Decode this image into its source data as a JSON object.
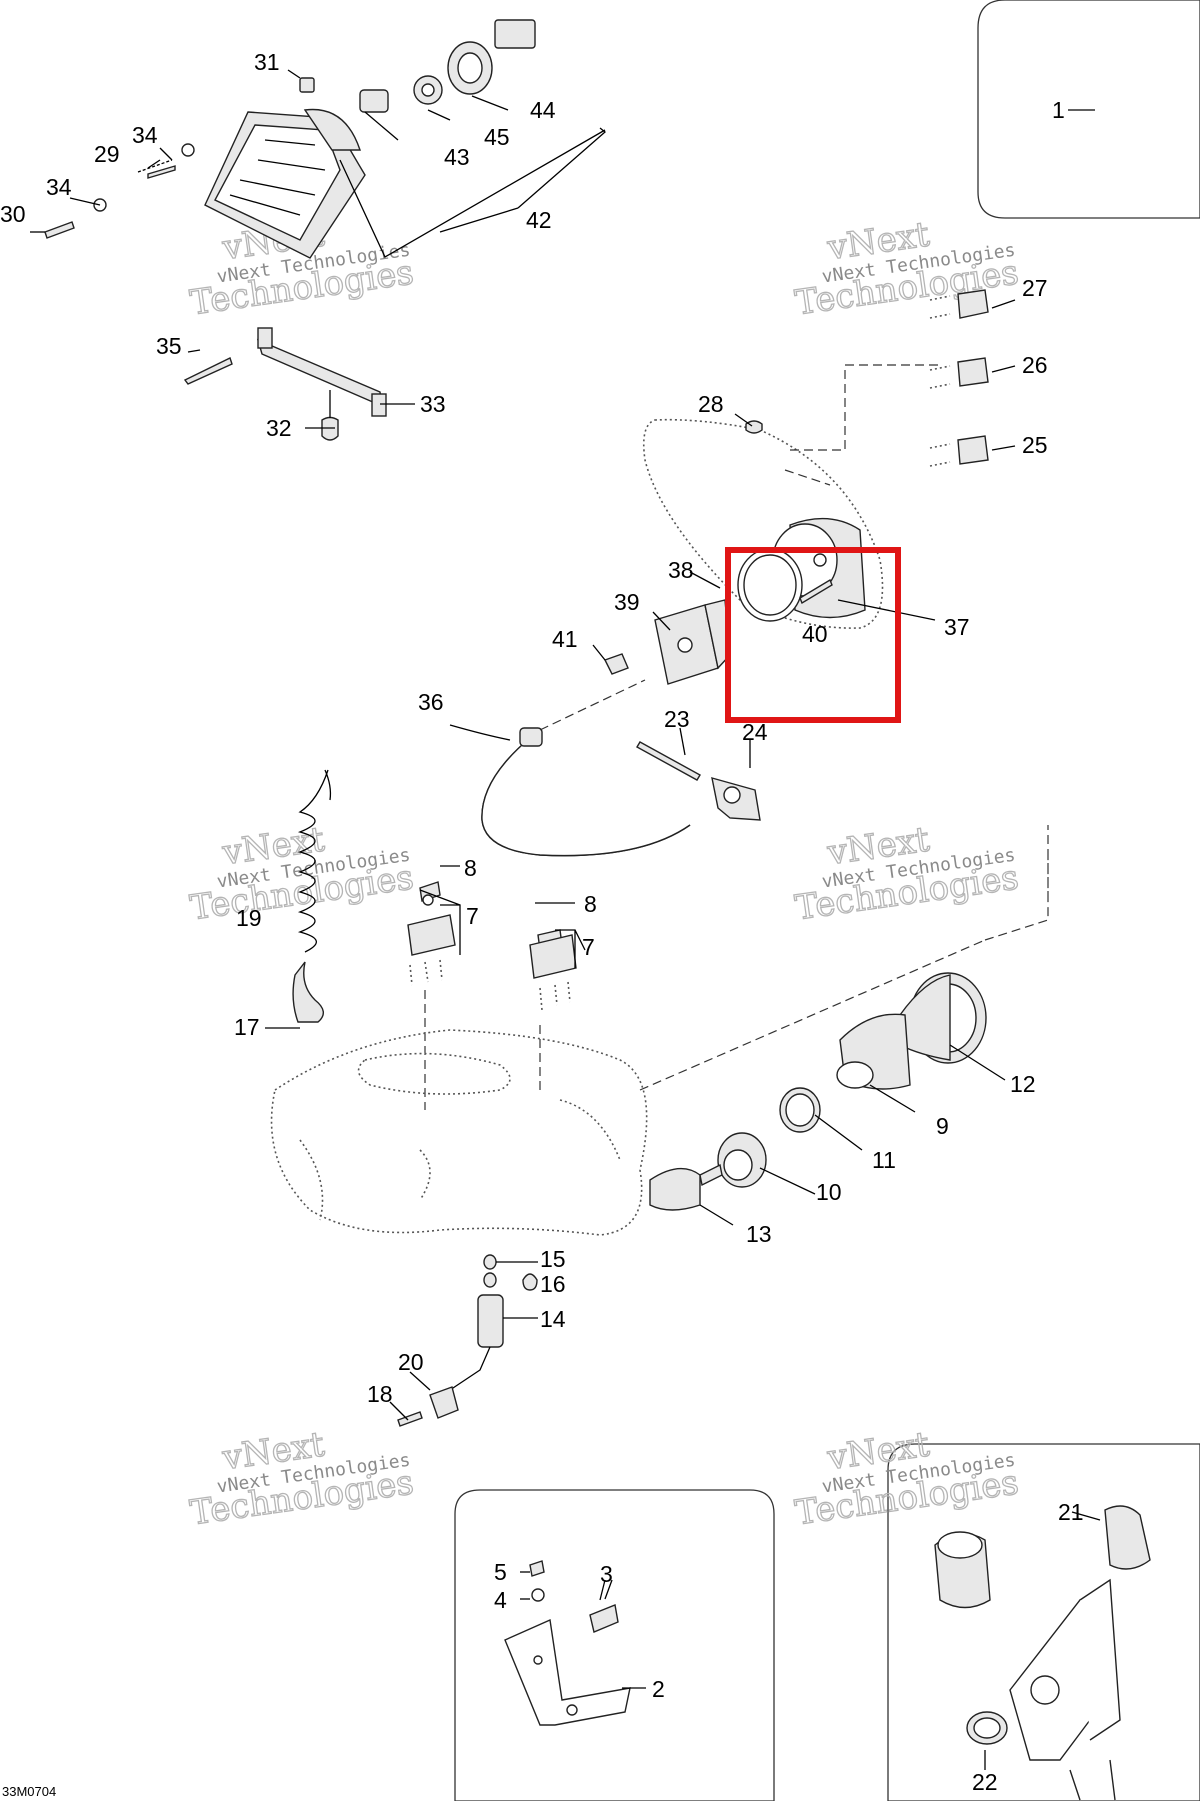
{
  "diagram_code": "33M0704",
  "watermark": {
    "line1": "vNext Technologies",
    "line2": "vNext",
    "line3": "Technologies"
  },
  "colors": {
    "highlight": "#e01515"
  },
  "callouts": [
    {
      "id": "c1",
      "label": "1"
    },
    {
      "id": "c2",
      "label": "2"
    },
    {
      "id": "c3",
      "label": "3"
    },
    {
      "id": "c4",
      "label": "4"
    },
    {
      "id": "c5",
      "label": "5"
    },
    {
      "id": "c7a",
      "label": "7"
    },
    {
      "id": "c7b",
      "label": "7"
    },
    {
      "id": "c8a",
      "label": "8"
    },
    {
      "id": "c8b",
      "label": "8"
    },
    {
      "id": "c9",
      "label": "9"
    },
    {
      "id": "c10",
      "label": "10"
    },
    {
      "id": "c11",
      "label": "11"
    },
    {
      "id": "c12",
      "label": "12"
    },
    {
      "id": "c13",
      "label": "13"
    },
    {
      "id": "c14",
      "label": "14"
    },
    {
      "id": "c15",
      "label": "15"
    },
    {
      "id": "c16",
      "label": "16"
    },
    {
      "id": "c17",
      "label": "17"
    },
    {
      "id": "c18",
      "label": "18"
    },
    {
      "id": "c19",
      "label": "19"
    },
    {
      "id": "c20",
      "label": "20"
    },
    {
      "id": "c21",
      "label": "21"
    },
    {
      "id": "c22",
      "label": "22"
    },
    {
      "id": "c23",
      "label": "23"
    },
    {
      "id": "c24",
      "label": "24"
    },
    {
      "id": "c25",
      "label": "25"
    },
    {
      "id": "c26",
      "label": "26"
    },
    {
      "id": "c27",
      "label": "27"
    },
    {
      "id": "c28",
      "label": "28"
    },
    {
      "id": "c29",
      "label": "29"
    },
    {
      "id": "c30",
      "label": "30"
    },
    {
      "id": "c31",
      "label": "31"
    },
    {
      "id": "c32",
      "label": "32"
    },
    {
      "id": "c33",
      "label": "33"
    },
    {
      "id": "c34a",
      "label": "34"
    },
    {
      "id": "c34b",
      "label": "34"
    },
    {
      "id": "c35",
      "label": "35"
    },
    {
      "id": "c36",
      "label": "36"
    },
    {
      "id": "c37",
      "label": "37"
    },
    {
      "id": "c38",
      "label": "38"
    },
    {
      "id": "c39",
      "label": "39"
    },
    {
      "id": "c40",
      "label": "40"
    },
    {
      "id": "c41",
      "label": "41"
    },
    {
      "id": "c42",
      "label": "42"
    },
    {
      "id": "c43",
      "label": "43"
    },
    {
      "id": "c44",
      "label": "44"
    },
    {
      "id": "c45",
      "label": "45"
    }
  ]
}
